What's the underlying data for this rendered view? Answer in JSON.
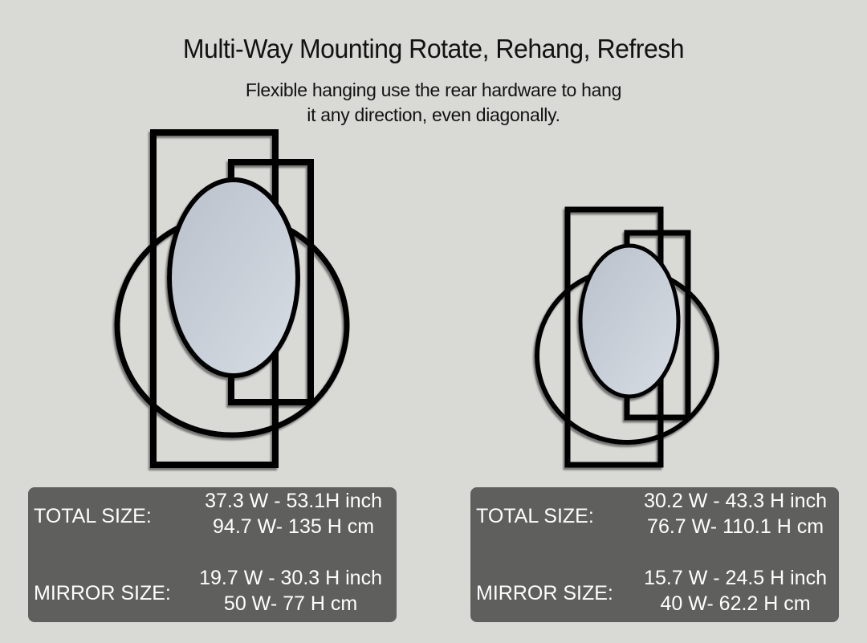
{
  "header": {
    "title": "Multi-Way Mounting Rotate, Rehang, Refresh",
    "subtitle_lines": [
      "Flexible hanging use the rear hardware to hang",
      "it any direction, even diagonally."
    ]
  },
  "colors": {
    "background": "#d9dad5",
    "frame": "#000000",
    "mirror_glass": "#c4cbd4",
    "panel": "#5f5f5e",
    "panel_text": "#ffffff"
  },
  "products": [
    {
      "name": "large",
      "total_size": {
        "label": "TOTAL SIZE:",
        "inch": "37.3 W - 53.1H inch",
        "cm": "94.7 W- 135 H cm"
      },
      "mirror_size": {
        "label": "MIRROR SIZE:",
        "inch": "19.7 W - 30.3 H inch",
        "cm": "50 W- 77 H cm"
      }
    },
    {
      "name": "small",
      "total_size": {
        "label": "TOTAL SIZE:",
        "inch": "30.2 W - 43.3 H inch",
        "cm": "76.7 W- 110.1 H cm"
      },
      "mirror_size": {
        "label": "MIRROR SIZE:",
        "inch": "15.7 W - 24.5 H inch",
        "cm": "40 W- 62.2 H cm"
      }
    }
  ]
}
